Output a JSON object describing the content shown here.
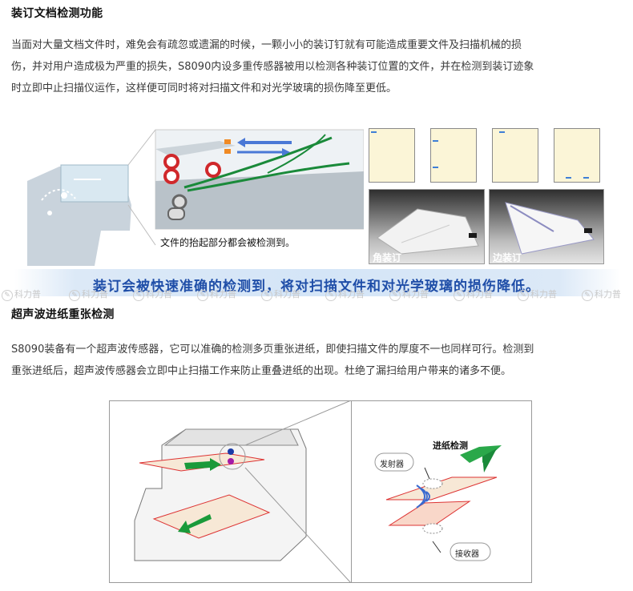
{
  "section1": {
    "title": "装订文档检测功能",
    "lines": [
      "当面对大量文档文件时，难免会有疏忽或遗漏的时候，一颗小小的装订钉就有可能造成重要文件及扫描机械的损",
      "伤，并对用户造成极为严重的损失，S8090内设多重传感器被用以检测各种装订位置的文件，并在检测到装订迹象",
      "时立即中止扫描仪运作，这样便可同时将对扫描文件和对光学玻璃的损伤降至更低。"
    ],
    "figure": {
      "diagram_caption": "文件的抬起部分都会被检测到。",
      "photo_left_label": "角装订",
      "photo_right_label": "边装订",
      "banner": "装订会被快速准确的检测到，将对扫描文件和对光学玻璃的损伤降低。"
    }
  },
  "watermark": {
    "text": "科力普",
    "repeat": 10
  },
  "section2": {
    "title": "超声波进纸重张检测",
    "lines": [
      "S8090装备有一个超声波传感器，它可以准确的检测多页重张进纸，即使扫描文件的厚度不一也同样可行。检测到",
      "重张进纸后，超声波传感器会立即中止扫描工作来防止重叠进纸的出现。杜绝了漏扫给用户带来的诸多不便。"
    ],
    "figure": {
      "detect_label": "进纸检测",
      "emitter_label": "发射器",
      "receiver_label": "接收器"
    }
  },
  "colors": {
    "accent_blue": "#1f4ea8",
    "feed_green": "#1a8a3a",
    "paper_yellow": "#fbf5d7",
    "staple_blue": "#3f7fd6",
    "orange": "#f08a24",
    "red_ring": "#d0282b"
  }
}
